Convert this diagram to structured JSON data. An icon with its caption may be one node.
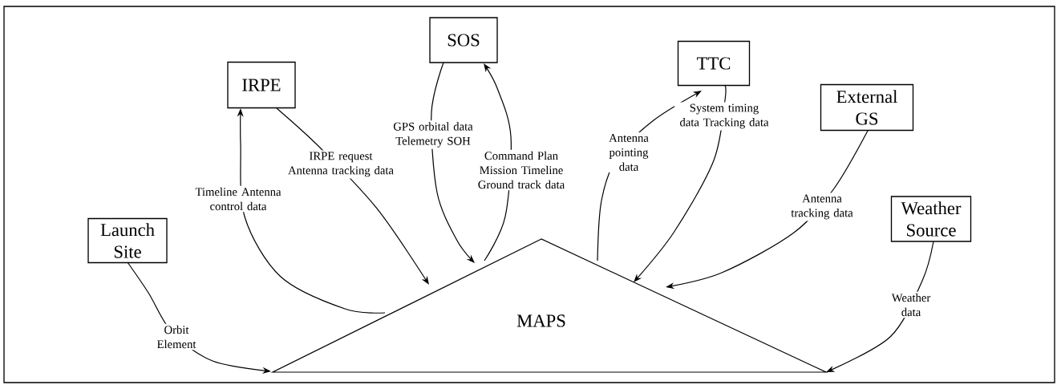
{
  "diagram": {
    "nodes": [
      {
        "text": [
          "Launch Site"
        ]
      },
      {
        "text": [
          "IRPE"
        ]
      },
      {
        "text": [
          "SOS"
        ]
      },
      {
        "text": [
          "TTC"
        ]
      },
      {
        "text": [
          "External GS"
        ]
      },
      {
        "text": [
          "Weather Source"
        ]
      },
      {
        "text": [
          "MAPS"
        ]
      }
    ],
    "edges": [
      {
        "from": 0,
        "to": 6,
        "arrow": "to",
        "label": "Orbit Element"
      },
      {
        "from": 6,
        "to": 1,
        "arrow": "to",
        "label": "Timeline Antenna control data"
      },
      {
        "from": 1,
        "to": 6,
        "arrow": "to",
        "label": "IRPE request Antenna tracking data"
      },
      {
        "from": 2,
        "to": 6,
        "arrow": "to",
        "label": "GPS orbital data Telemetry SOH"
      },
      {
        "from": 6,
        "to": 2,
        "arrow": "to",
        "label": "Command Plan Mission Timeline Ground track data"
      },
      {
        "from": 6,
        "to": 3,
        "arrow": "to",
        "label": "Antenna pointing data"
      },
      {
        "from": 3,
        "to": 6,
        "arrow": "to",
        "label": "System timing data Tracking data"
      },
      {
        "from": 4,
        "to": 6,
        "arrow": "to",
        "label": "Antenna tracking data"
      },
      {
        "from": 5,
        "to": 6,
        "arrow": "to",
        "label": "Weather data"
      }
    ]
  }
}
